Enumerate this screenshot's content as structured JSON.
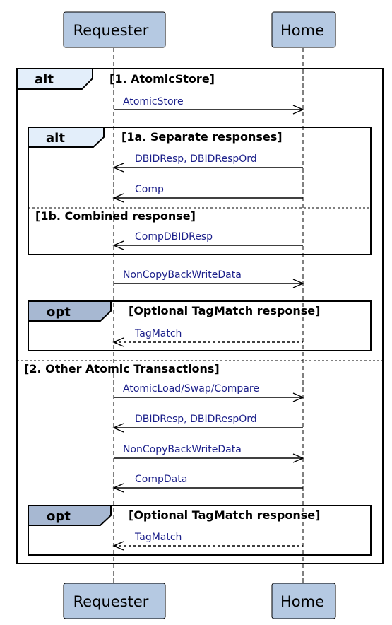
{
  "colors": {
    "participant_fill": "#b5c9e2",
    "alt_tab_fill": "#e3eefa",
    "opt_tab_fill": "#a7b8d2",
    "message_text": "#1b1f8a"
  },
  "participants": {
    "requester": "Requester",
    "home": "Home"
  },
  "fragments": {
    "outer": {
      "kind": "alt",
      "guard1": "[1. AtomicStore]",
      "guard2": "[2. Other Atomic Transactions]"
    },
    "inner_alt": {
      "kind": "alt",
      "guard1": "[1a. Separate responses]",
      "guard2": "[1b. Combined response]"
    },
    "opt1": {
      "kind": "opt",
      "guard": "[Optional TagMatch response]"
    },
    "opt2": {
      "kind": "opt",
      "guard": "[Optional TagMatch response]"
    }
  },
  "messages": [
    {
      "label": "AtomicStore",
      "direction": "right",
      "style": "solid"
    },
    {
      "label": "DBIDResp, DBIDRespOrd",
      "direction": "left",
      "style": "solid"
    },
    {
      "label": "Comp",
      "direction": "left",
      "style": "solid"
    },
    {
      "label": "CompDBIDResp",
      "direction": "left",
      "style": "solid"
    },
    {
      "label": "NonCopyBackWriteData",
      "direction": "right",
      "style": "solid"
    },
    {
      "label": "TagMatch",
      "direction": "left",
      "style": "dashed"
    },
    {
      "label": "AtomicLoad/Swap/Compare",
      "direction": "right",
      "style": "solid"
    },
    {
      "label": "DBIDResp, DBIDRespOrd",
      "direction": "left",
      "style": "solid"
    },
    {
      "label": "NonCopyBackWriteData",
      "direction": "right",
      "style": "solid"
    },
    {
      "label": "CompData",
      "direction": "left",
      "style": "solid"
    },
    {
      "label": "TagMatch",
      "direction": "left",
      "style": "dashed"
    }
  ]
}
